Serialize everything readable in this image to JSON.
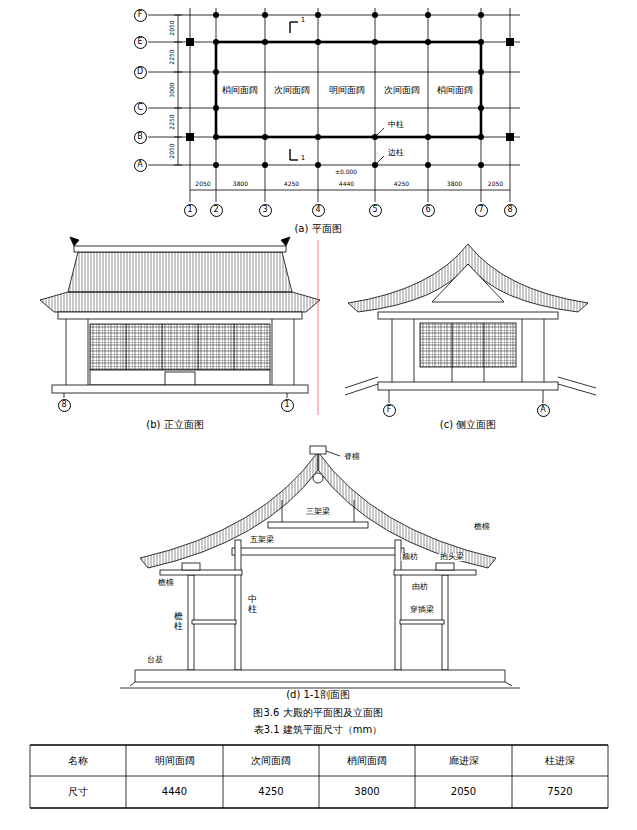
{
  "diagram": {
    "caption": "图3.6 大殿的平面图及立面图",
    "nodes": [
      {
        "text": [
          "F"
        ]
      },
      {
        "text": [
          "E"
        ]
      },
      {
        "text": [
          "D"
        ]
      },
      {
        "text": [
          "C"
        ]
      },
      {
        "text": [
          "B"
        ]
      },
      {
        "text": [
          "A"
        ]
      },
      {
        "text": [
          "1"
        ]
      },
      {
        "text": [
          "2"
        ]
      },
      {
        "text": [
          "3"
        ]
      },
      {
        "text": [
          "4"
        ]
      },
      {
        "text": [
          "5"
        ]
      },
      {
        "text": [
          "6"
        ]
      },
      {
        "text": [
          "7"
        ]
      },
      {
        "text": [
          "8"
        ]
      },
      {
        "text": [
          "8"
        ]
      },
      {
        "text": [
          "1"
        ]
      },
      {
        "text": [
          "F"
        ]
      },
      {
        "text": [
          "A"
        ]
      }
    ],
    "labels": [
      "2050",
      "2250",
      "3000",
      "2250",
      "2050",
      "2050",
      "3800",
      "4250",
      "4440",
      "4250",
      "3800",
      "2050",
      "梢间面阔",
      "次间面阔",
      "明间面阔",
      "次间面阔",
      "梢间面阔",
      "中柱",
      "边柱",
      "±0.000",
      "1",
      "1",
      "(a) 平面图",
      "(b) 正立面图",
      "(c) 侧立面图",
      "脊檩",
      "三架梁",
      "五架梁",
      "檐檩",
      "檐檩",
      "额枋",
      "抱头梁",
      "由枋",
      "穿插梁",
      "檐柱",
      "中柱",
      "台基",
      "(d) 1-1剖面图",
      "表3.1 建筑平面尺寸（mm）",
      "名称",
      "明间面阔",
      "次间面阔",
      "梢间面阔",
      "廊进深",
      "柱进深",
      "尺寸",
      "4440",
      "4250",
      "3800",
      "2050",
      "7520"
    ]
  }
}
